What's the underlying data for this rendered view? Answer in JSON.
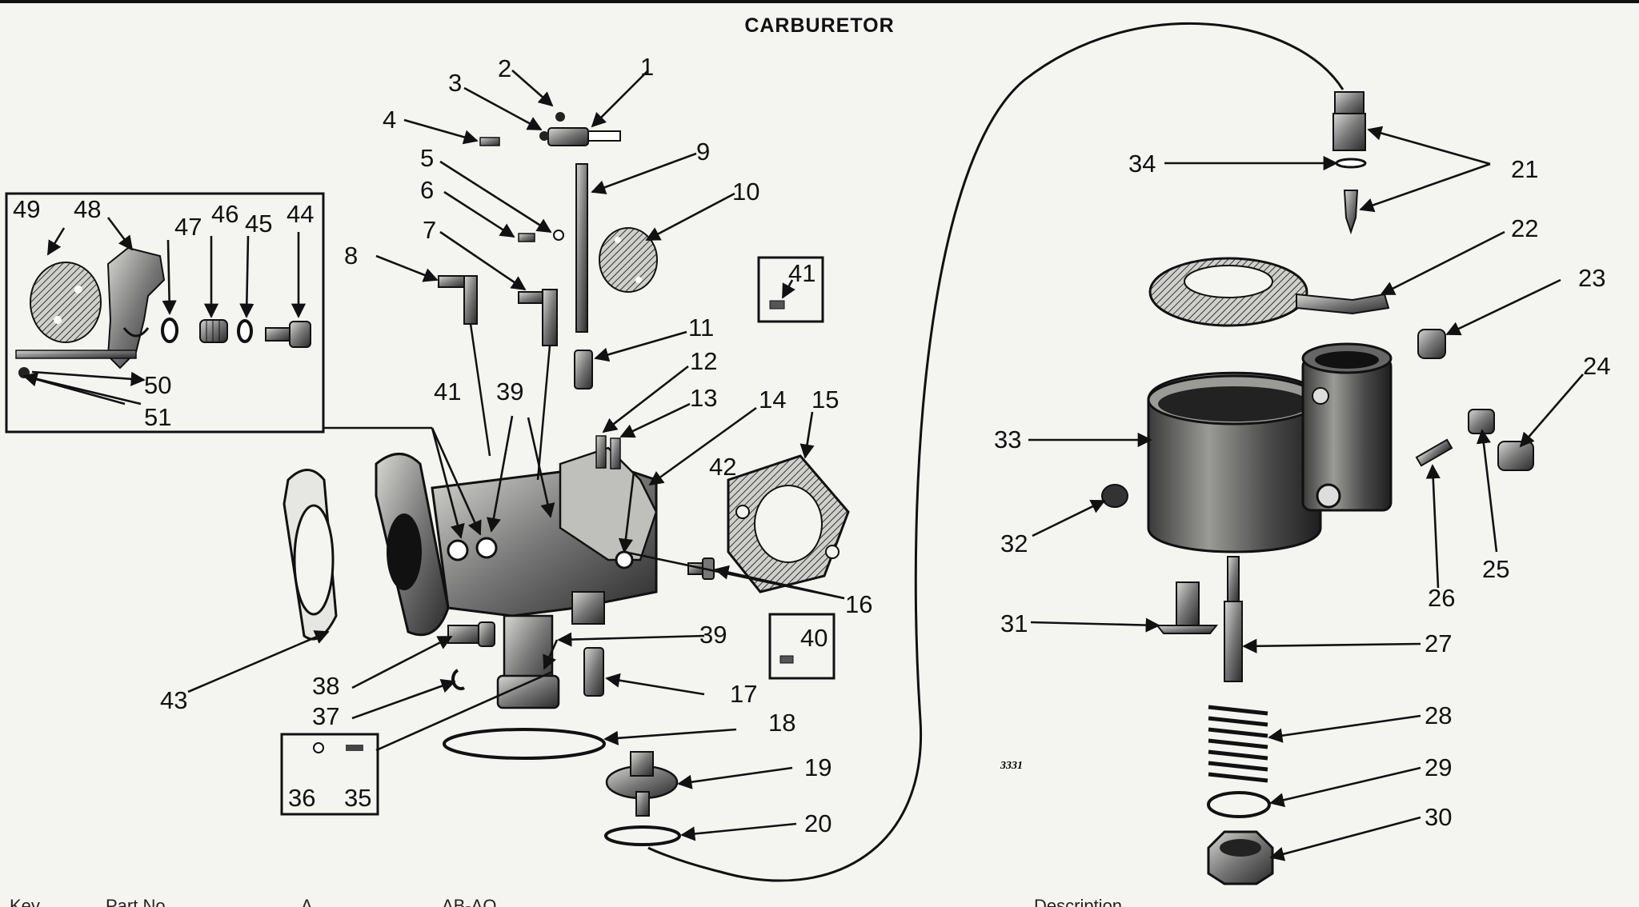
{
  "title": "CARBURETOR",
  "drawing_code": "3331",
  "callouts": [
    "1",
    "2",
    "3",
    "4",
    "5",
    "6",
    "7",
    "8",
    "9",
    "10",
    "11",
    "12",
    "13",
    "14",
    "15",
    "16",
    "17",
    "18",
    "19",
    "20",
    "21",
    "22",
    "23",
    "24",
    "25",
    "26",
    "27",
    "28",
    "29",
    "30",
    "31",
    "32",
    "33",
    "34",
    "35",
    "36",
    "37",
    "38",
    "39",
    "39",
    "40",
    "41",
    "41",
    "42",
    "43",
    "44",
    "45",
    "46",
    "47",
    "48",
    "49",
    "50",
    "51"
  ],
  "table_header": {
    "key": "Key",
    "part_no": "Part No.",
    "a": "A",
    "ab_ao": "AB-AO",
    "description": "Description"
  }
}
